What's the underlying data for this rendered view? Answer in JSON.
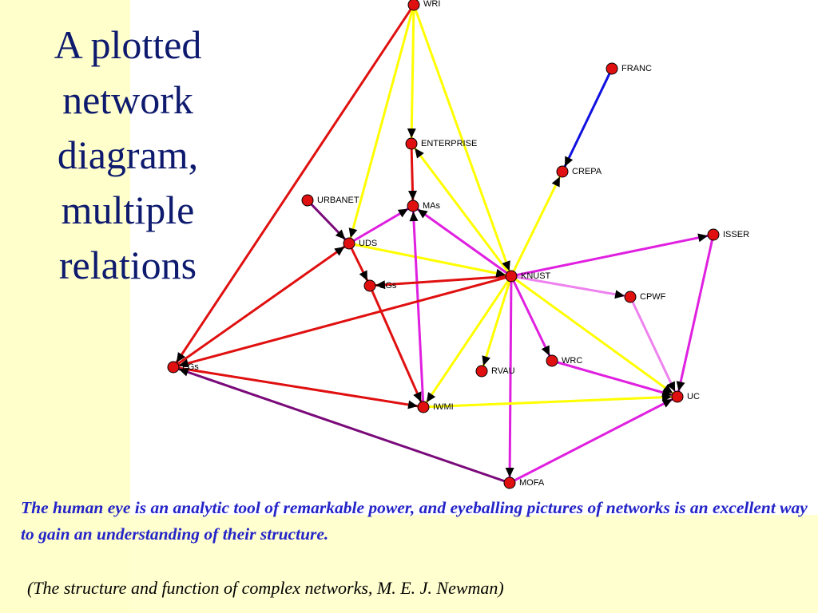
{
  "slide": {
    "title": "A plotted network diagram, multiple relations",
    "quote": "The human eye is an analytic tool of remarkable power, and eyeballing pictures of networks is an excellent way to gain an understanding of their structure.",
    "citation": "(The structure and function of complex networks, M. E. J. Newman)"
  },
  "colors": {
    "background": "#ffffd0",
    "node": "#e01010",
    "red": "#e01010",
    "yellow": "#ffff00",
    "magenta": "#e020e0",
    "blue": "#1010e0",
    "purple": "#7a0a7a",
    "pink": "#ee82ee"
  },
  "network": {
    "nodes": [
      {
        "id": "WRI",
        "label": "WRI"
      },
      {
        "id": "FRANC",
        "label": "FRANC"
      },
      {
        "id": "ENTERPRISE",
        "label": "ENTERPRISE"
      },
      {
        "id": "CREPA",
        "label": "CREPA"
      },
      {
        "id": "URBANET",
        "label": "URBANET"
      },
      {
        "id": "MAs",
        "label": "MAs"
      },
      {
        "id": "UDS",
        "label": "UDS"
      },
      {
        "id": "ISSER",
        "label": "ISSER"
      },
      {
        "id": "KNUST",
        "label": "KNUST"
      },
      {
        "id": "SGs",
        "label": "SGs"
      },
      {
        "id": "CPWF",
        "label": "CPWF"
      },
      {
        "id": "FGs",
        "label": "FGs"
      },
      {
        "id": "WRC",
        "label": "WRC"
      },
      {
        "id": "RVAU",
        "label": "RVAU"
      },
      {
        "id": "UC",
        "label": "UC"
      },
      {
        "id": "IWMI",
        "label": "IWMI"
      },
      {
        "id": "MOFA",
        "label": "MOFA"
      }
    ],
    "edges": [
      {
        "from": "WRI",
        "to": "FGs",
        "color": "red"
      },
      {
        "from": "WRI",
        "to": "ENTERPRISE",
        "color": "yellow"
      },
      {
        "from": "WRI",
        "to": "UDS",
        "color": "yellow"
      },
      {
        "from": "WRI",
        "to": "KNUST",
        "color": "yellow"
      },
      {
        "from": "FRANC",
        "to": "CREPA",
        "color": "blue"
      },
      {
        "from": "KNUST",
        "to": "CREPA",
        "color": "yellow"
      },
      {
        "from": "ENTERPRISE",
        "to": "MAs",
        "color": "red"
      },
      {
        "from": "KNUST",
        "to": "ENTERPRISE",
        "color": "yellow"
      },
      {
        "from": "URBANET",
        "to": "UDS",
        "color": "purple"
      },
      {
        "from": "UDS",
        "to": "MAs",
        "color": "magenta"
      },
      {
        "from": "UDS",
        "to": "KNUST",
        "color": "yellow"
      },
      {
        "from": "UDS",
        "to": "SGs",
        "color": "red"
      },
      {
        "from": "FGs",
        "to": "UDS",
        "color": "red"
      },
      {
        "from": "KNUST",
        "to": "MAs",
        "color": "magenta"
      },
      {
        "from": "IWMI",
        "to": "MAs",
        "color": "magenta"
      },
      {
        "from": "KNUST",
        "to": "SGs",
        "color": "red"
      },
      {
        "from": "SGs",
        "to": "IWMI",
        "color": "red"
      },
      {
        "from": "KNUST",
        "to": "ISSER",
        "color": "magenta"
      },
      {
        "from": "KNUST",
        "to": "CPWF",
        "color": "pink"
      },
      {
        "from": "KNUST",
        "to": "FGs",
        "color": "red"
      },
      {
        "from": "KNUST",
        "to": "WRC",
        "color": "magenta"
      },
      {
        "from": "KNUST",
        "to": "RVAU",
        "color": "yellow"
      },
      {
        "from": "KNUST",
        "to": "IWMI",
        "color": "yellow"
      },
      {
        "from": "KNUST",
        "to": "UC",
        "color": "yellow"
      },
      {
        "from": "KNUST",
        "to": "MOFA",
        "color": "magenta"
      },
      {
        "from": "FGs",
        "to": "IWMI",
        "color": "red"
      },
      {
        "from": "MOFA",
        "to": "FGs",
        "color": "purple"
      },
      {
        "from": "ISSER",
        "to": "UC",
        "color": "magenta"
      },
      {
        "from": "CPWF",
        "to": "UC",
        "color": "pink"
      },
      {
        "from": "WRC",
        "to": "UC",
        "color": "magenta"
      },
      {
        "from": "IWMI",
        "to": "UC",
        "color": "yellow"
      },
      {
        "from": "MOFA",
        "to": "UC",
        "color": "magenta"
      }
    ]
  }
}
